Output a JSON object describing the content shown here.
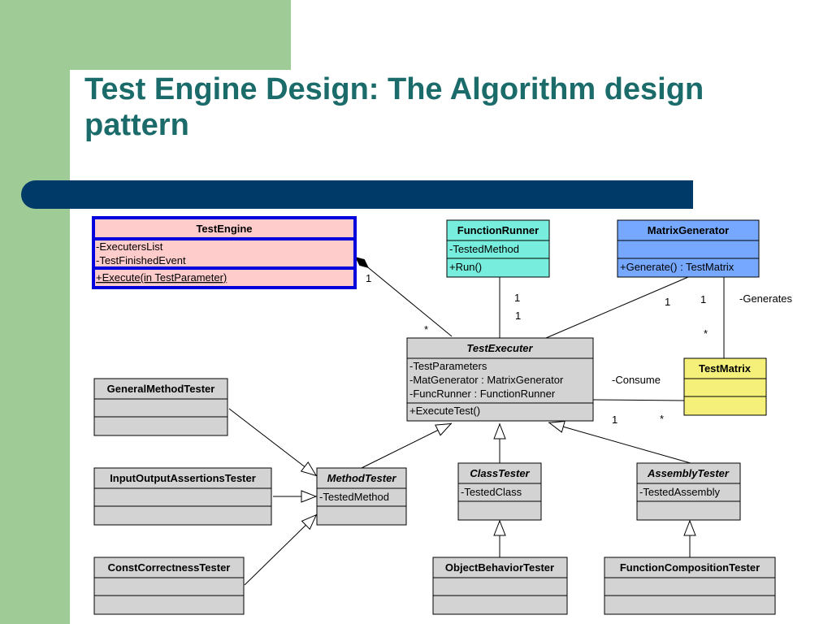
{
  "slide": {
    "title": "Test Engine Design: The Algorithm design pattern"
  },
  "classes": {
    "test_engine": {
      "name": "TestEngine",
      "attributes": [
        "-ExecutersList",
        "-TestFinishedEvent"
      ],
      "operations": [
        "+Execute(in TestParameter)"
      ],
      "fill": "#ffcccc"
    },
    "function_runner": {
      "name": "FunctionRunner",
      "attributes": [
        "-TestedMethod"
      ],
      "operations": [
        "+Run()"
      ],
      "fill": "#77eedd"
    },
    "matrix_generator": {
      "name": "MatrixGenerator",
      "operations": [
        "+Generate() : TestMatrix"
      ],
      "fill": "#77a8ff"
    },
    "test_executer": {
      "name": "TestExecuter",
      "attributes": [
        "-TestParameters",
        "-MatGenerator : MatrixGenerator",
        "-FuncRunner : FunctionRunner"
      ],
      "operations": [
        "+ExecuteTest()"
      ],
      "fill": "#d3d3d3"
    },
    "test_matrix": {
      "name": "TestMatrix",
      "fill": "#f5f07a"
    },
    "general_method_tester": {
      "name": "GeneralMethodTester",
      "fill": "#d3d3d3"
    },
    "input_output_assertions_tester": {
      "name": "InputOutputAssertionsTester",
      "fill": "#d3d3d3"
    },
    "const_correctness_tester": {
      "name": "ConstCorrectnessTester",
      "fill": "#d3d3d3"
    },
    "method_tester": {
      "name": "MethodTester",
      "attributes": [
        "-TestedMethod"
      ],
      "fill": "#d3d3d3"
    },
    "class_tester": {
      "name": "ClassTester",
      "attributes": [
        "-TestedClass"
      ],
      "fill": "#d3d3d3"
    },
    "assembly_tester": {
      "name": "AssemblyTester",
      "attributes": [
        "-TestedAssembly"
      ],
      "fill": "#d3d3d3"
    },
    "object_behavior_tester": {
      "name": "ObjectBehaviorTester",
      "fill": "#d3d3d3"
    },
    "function_composition_tester": {
      "name": "FunctionCompositionTester",
      "fill": "#d3d3d3"
    }
  },
  "multiplicities": {
    "engine_end": "1",
    "engine_executer_end": "*",
    "runner_top": "1",
    "runner_bottom": "1",
    "generator_left": "1",
    "generator_right": "1",
    "executer_inner": "1",
    "matrix_top": "*",
    "consume_left": "1",
    "consume_right": "*"
  },
  "association_labels": {
    "generates": "-Generates",
    "consume": "-Consume"
  },
  "colors": {
    "title": "#1b6b6b",
    "sidebar_green": "#9fcc96",
    "header_bar": "#003a68",
    "selection_border": "#0000dd"
  }
}
